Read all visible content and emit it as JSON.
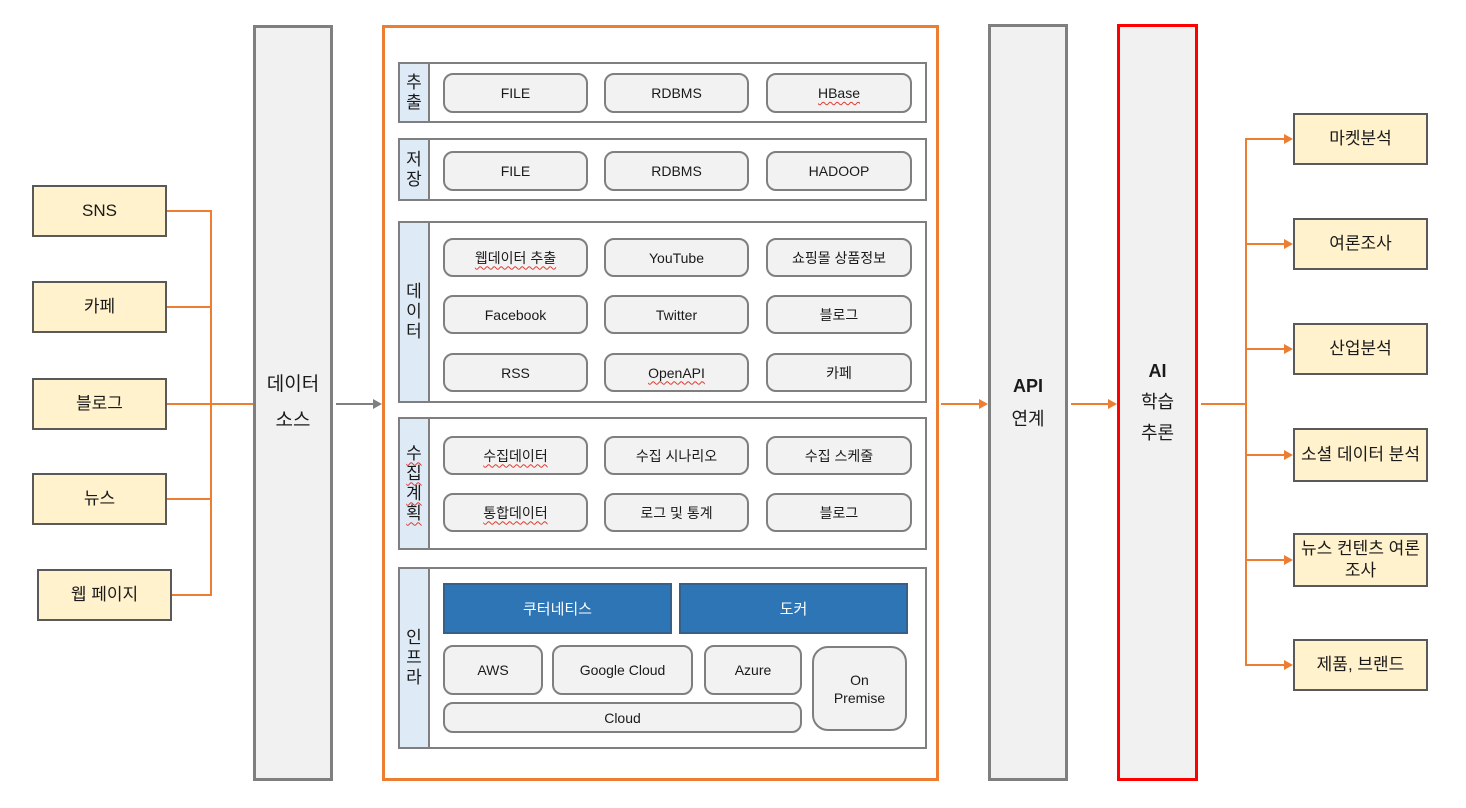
{
  "colors": {
    "orange": "#ED7D31",
    "red": "#FF0000",
    "yellow": "#FFF2CC",
    "light_blue": "#DEEBF7",
    "blue": "#2E75B6",
    "gray_fill": "#F2F2F2",
    "gray_border": "#7F7F7F",
    "dark_border": "#595959"
  },
  "sources": {
    "items": [
      "SNS",
      "카페",
      "블로그",
      "뉴스",
      "웹 페이지"
    ]
  },
  "data_source": {
    "line1": "데이터",
    "line2": "소스"
  },
  "pipeline": {
    "extract": {
      "label": "추출",
      "items": [
        "FILE",
        "RDBMS",
        "HBase"
      ]
    },
    "store": {
      "label": "저장",
      "items": [
        "FILE",
        "RDBMS",
        "HADOOP"
      ]
    },
    "data": {
      "label": "데이터",
      "items": [
        "웹데이터 추출",
        "YouTube",
        "쇼핑몰 상품정보",
        "Facebook",
        "Twitter",
        "블로그",
        "RSS",
        "OpenAPI",
        "카페"
      ]
    },
    "plan": {
      "label": "수집계획",
      "items": [
        "수집데이터",
        "수집 시나리오",
        "수집 스케줄",
        "통합데이터",
        "로그 및 통계",
        "블로그"
      ]
    },
    "infra": {
      "label": "인프라",
      "platforms": [
        "쿠터네티스",
        "도커"
      ],
      "clouds": [
        "AWS",
        "Google Cloud",
        "Azure"
      ],
      "on_premise": "On Premise",
      "cloud": "Cloud"
    }
  },
  "api": {
    "line1": "API",
    "line2": "연계"
  },
  "ai": {
    "line1": "AI",
    "line2": "학습",
    "line3": "추론"
  },
  "outputs": {
    "items": [
      "마켓분석",
      "여론조사",
      "산업분석",
      "소셜 데이터 분석",
      "뉴스 컨텐츠 여론조사",
      "제품, 브랜드"
    ]
  }
}
